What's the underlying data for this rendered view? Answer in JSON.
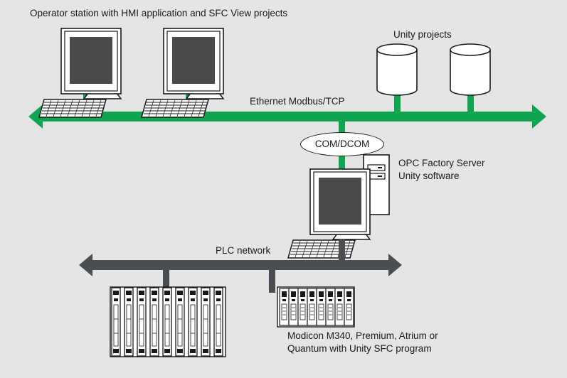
{
  "labels": {
    "operator_station": "Operator station with HMI application and SFC View projects",
    "unity_projects": "Unity projects",
    "ethernet": "Ethernet Modbus/TCP",
    "com_dcom": "COM/DCOM",
    "opc_line1": "OPC Factory Server",
    "opc_line2": "Unity software",
    "plc_network": "PLC network",
    "modicon_line1": "Modicon M340, Premium, Atrium or",
    "modicon_line2": "Quantum with Unity SFC program"
  },
  "colors": {
    "background": "#e5e5e5",
    "ethernet_bus": "#0fa551",
    "plc_bus": "#4a4d51",
    "device_fill": "#ffffff",
    "screen_fill": "#4a4a4a",
    "outline": "#1a1a1a"
  },
  "icons": [
    "workstation-icon",
    "workstation-icon",
    "database-icon",
    "database-icon",
    "opc-server-pc-icon",
    "plc-rack-icon",
    "plc-module-rack-icon"
  ]
}
